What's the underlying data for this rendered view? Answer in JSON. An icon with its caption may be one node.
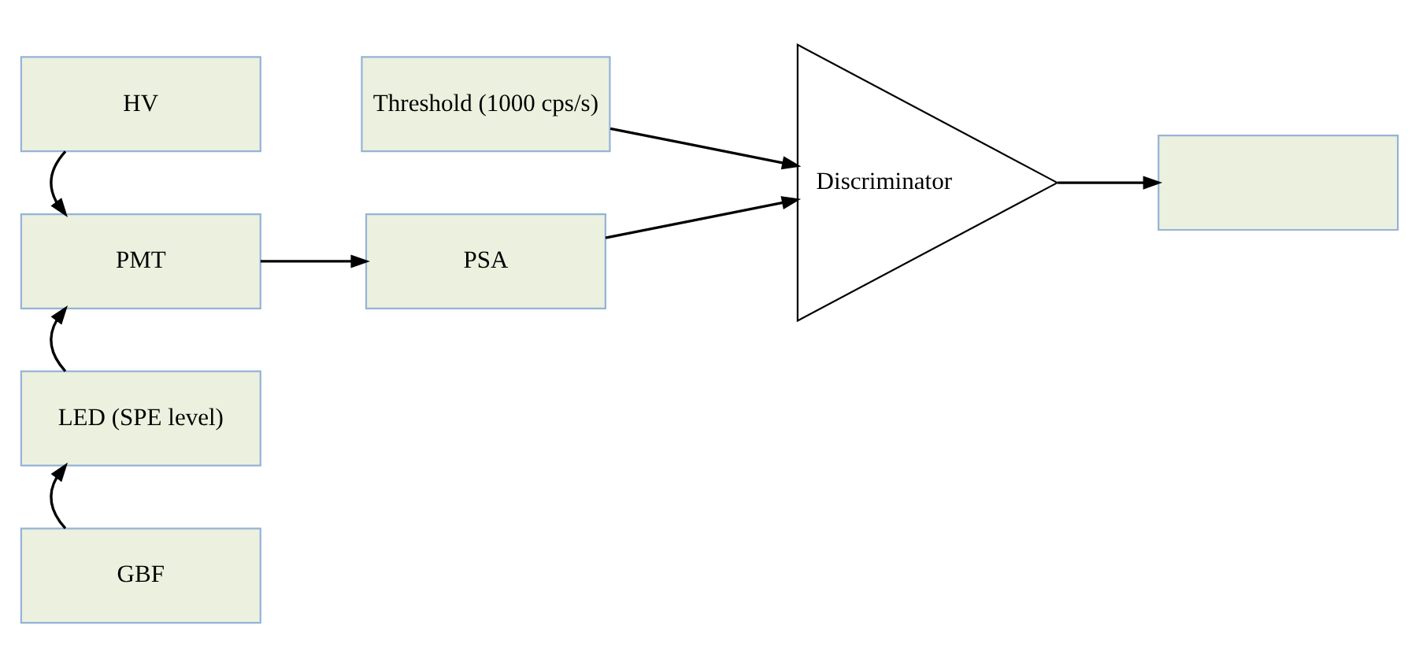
{
  "diagram": {
    "nodes": [
      {
        "text": [
          "HV"
        ]
      },
      {
        "text": [
          "Threshold (1000 cps/s)"
        ]
      },
      {
        "text": [
          "Discriminator"
        ]
      },
      {
        "text": [],
        "shape": "box"
      },
      {
        "text": [
          "PMT"
        ]
      },
      {
        "text": [
          "PSA"
        ]
      },
      {
        "text": [
          "LED (SPE level)"
        ]
      },
      {
        "text": [
          "GBF"
        ]
      }
    ],
    "edges": [
      {
        "from": 0,
        "to": 4,
        "arrow": "to"
      },
      {
        "from": 1,
        "to": 2,
        "arrow": "to"
      },
      {
        "from": 2,
        "to": 3,
        "arrow": "to"
      },
      {
        "from": 4,
        "to": 5,
        "arrow": "to"
      },
      {
        "from": 5,
        "to": 2,
        "arrow": "to"
      },
      {
        "from": 6,
        "to": 4,
        "arrow": "to"
      },
      {
        "from": 7,
        "to": 6,
        "arrow": "to"
      }
    ]
  }
}
